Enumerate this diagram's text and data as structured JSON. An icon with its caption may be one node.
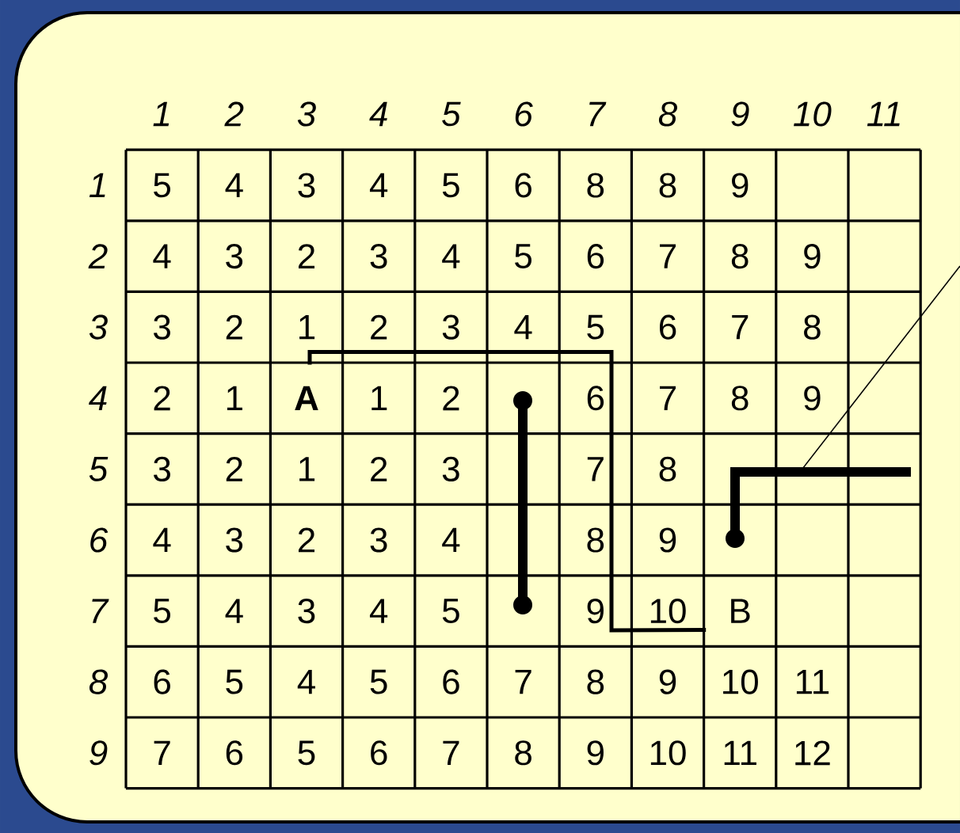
{
  "diagram": {
    "nodes": [
      {
        "text": [
          "A"
        ]
      },
      {
        "text": [
          "B"
        ]
      }
    ],
    "edges": [
      {
        "from": 0,
        "to": 1,
        "arrow": "none"
      }
    ],
    "labels": [
      "1",
      "2",
      "3",
      "4",
      "5",
      "6",
      "7",
      "8",
      "9",
      "10",
      "11",
      "1",
      "5",
      "4",
      "3",
      "4",
      "5",
      "6",
      "8",
      "8",
      "9",
      "2",
      "4",
      "3",
      "2",
      "3",
      "4",
      "5",
      "6",
      "7",
      "8",
      "9",
      "3",
      "3",
      "2",
      "1",
      "2",
      "3",
      "4",
      "5",
      "6",
      "7",
      "8",
      "4",
      "2",
      "1",
      "1",
      "2",
      "6",
      "7",
      "8",
      "9",
      "5",
      "3",
      "2",
      "1",
      "2",
      "3",
      "7",
      "8",
      "6",
      "4",
      "3",
      "2",
      "3",
      "4",
      "8",
      "9",
      "7",
      "5",
      "4",
      "3",
      "4",
      "5",
      "9",
      "10",
      "8",
      "6",
      "5",
      "4",
      "5",
      "6",
      "7",
      "8",
      "9",
      "10",
      "11",
      "9",
      "7",
      "6",
      "5",
      "6",
      "7",
      "8",
      "9",
      "10",
      "11",
      "12"
    ]
  }
}
